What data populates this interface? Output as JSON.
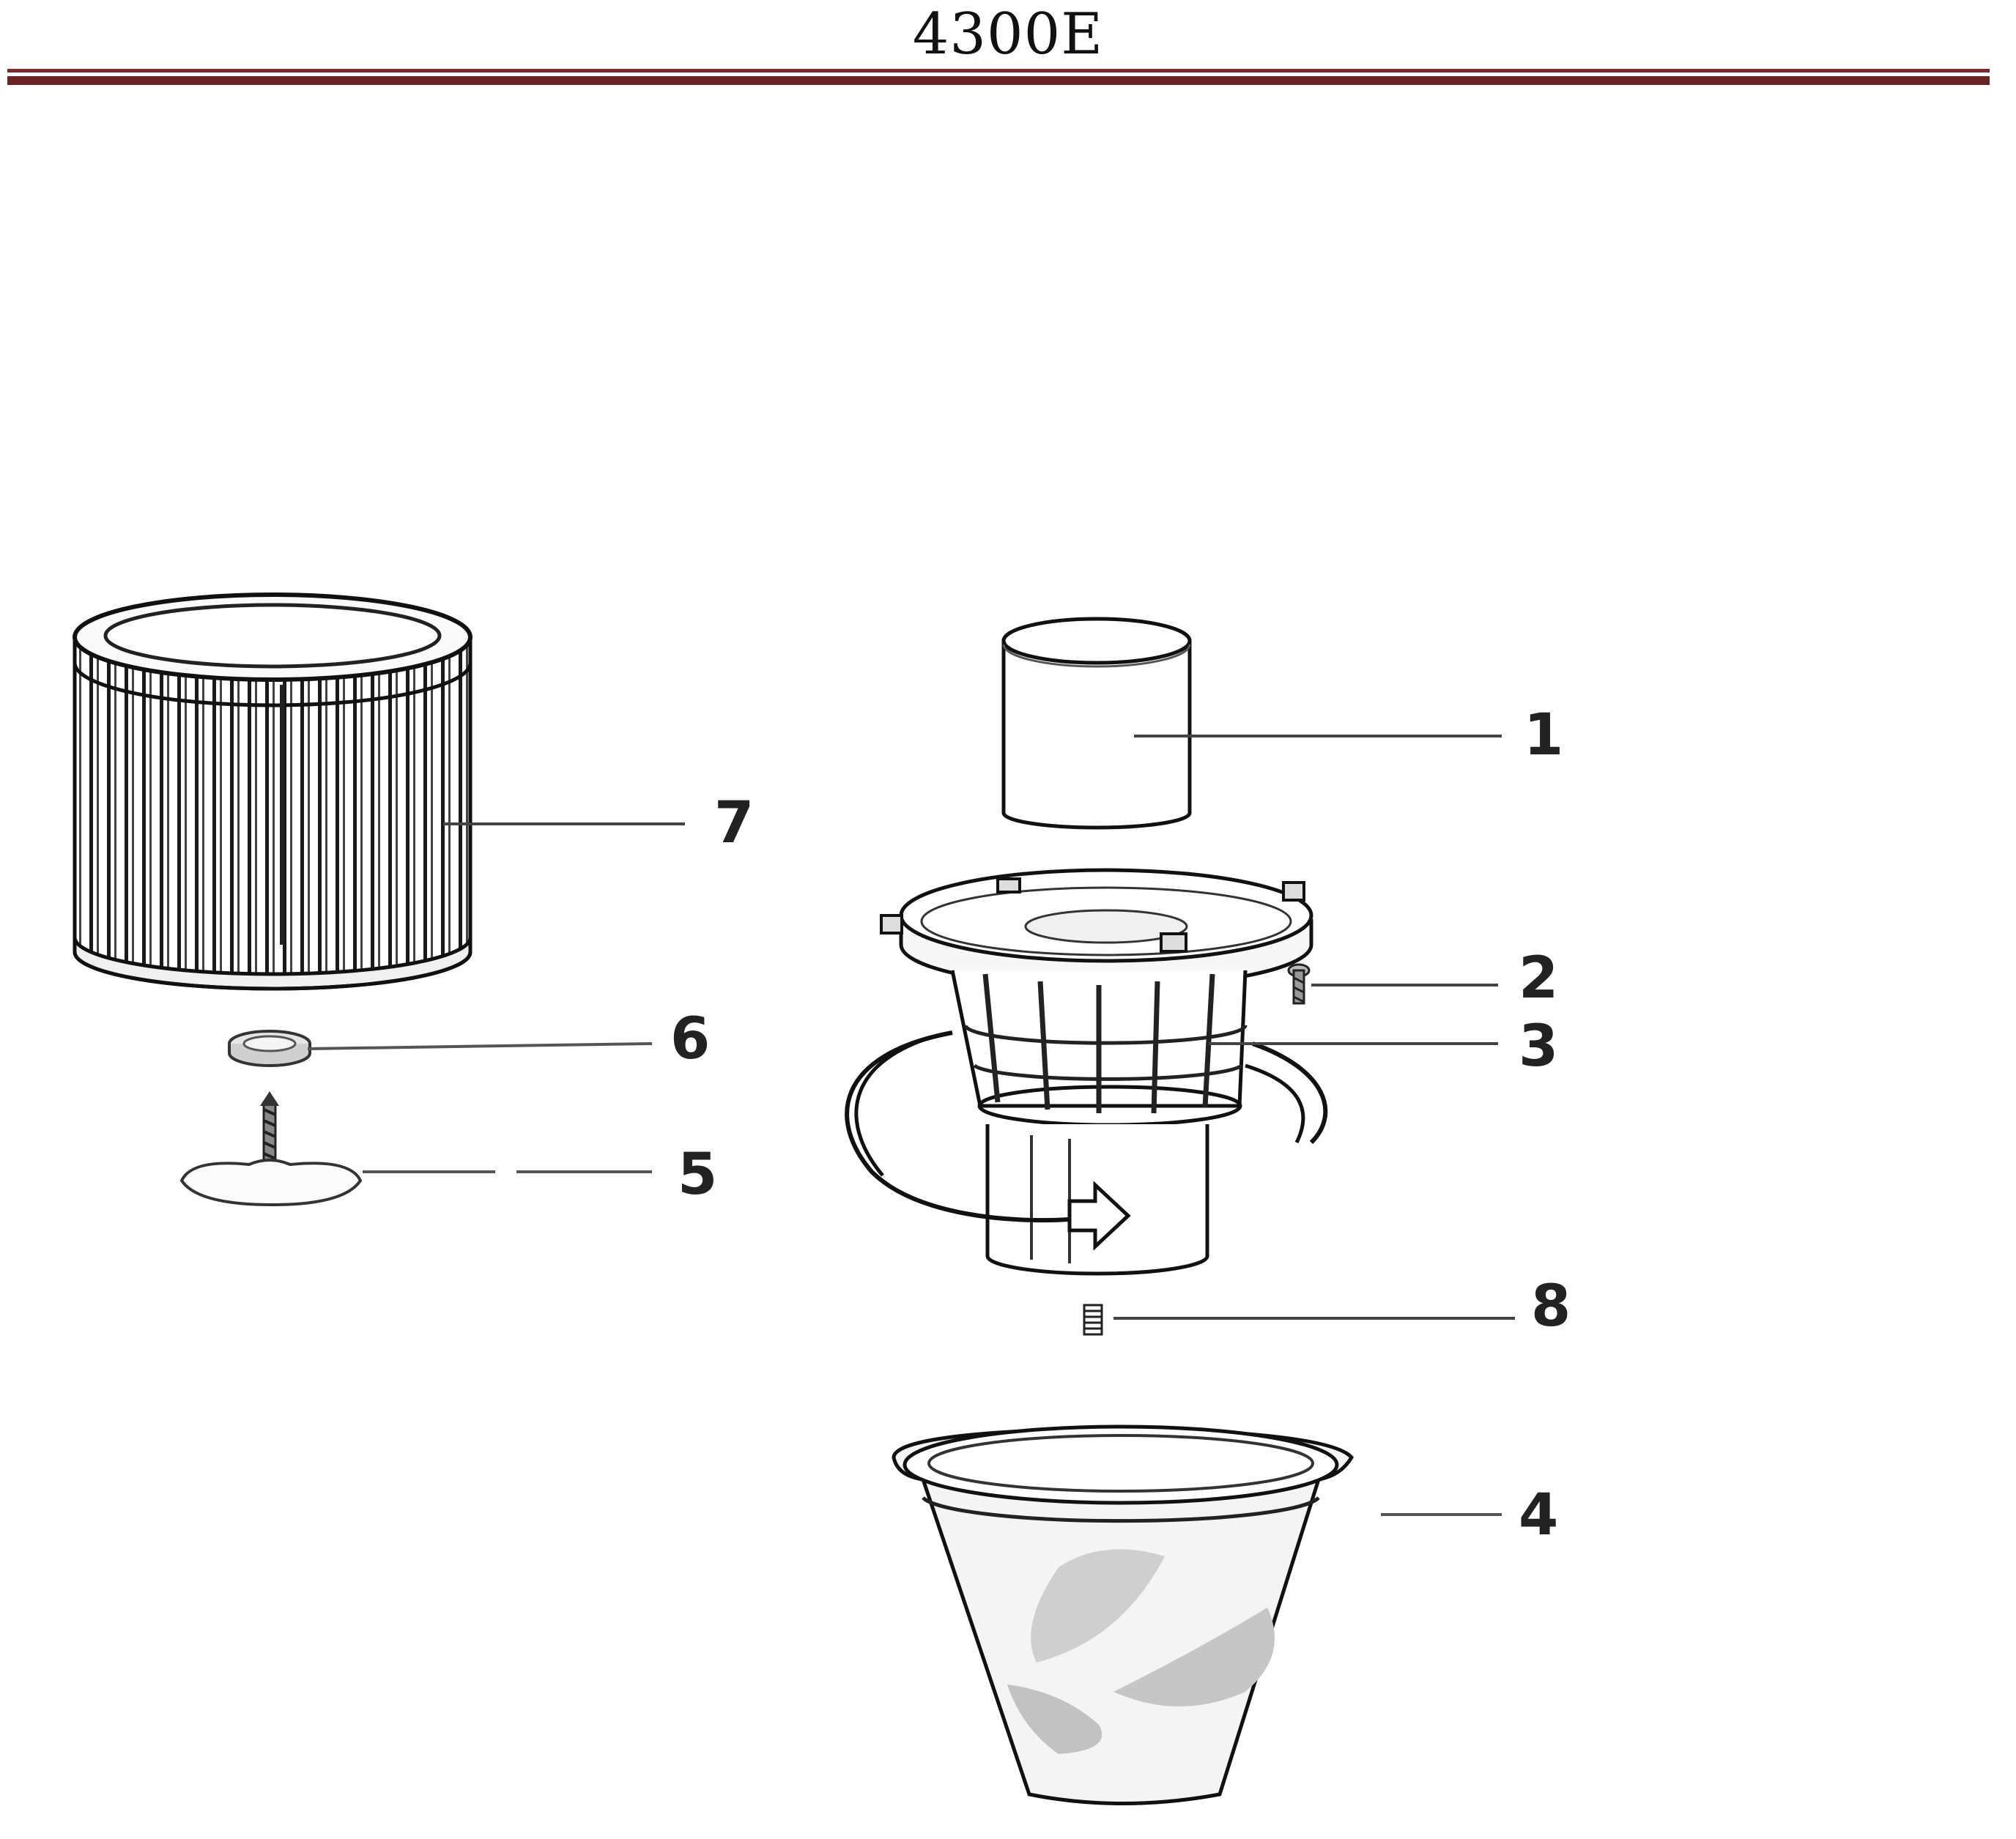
{
  "header": {
    "title": "4300E",
    "rule_color": "#6b2424"
  },
  "diagram": {
    "callouts": [
      {
        "id": "1",
        "label": "1"
      },
      {
        "id": "2",
        "label": "2"
      },
      {
        "id": "3",
        "label": "3"
      },
      {
        "id": "4",
        "label": "4"
      },
      {
        "id": "5",
        "label": "5"
      },
      {
        "id": "6",
        "label": "6"
      },
      {
        "id": "7",
        "label": "7"
      },
      {
        "id": "8",
        "label": "8"
      }
    ]
  }
}
